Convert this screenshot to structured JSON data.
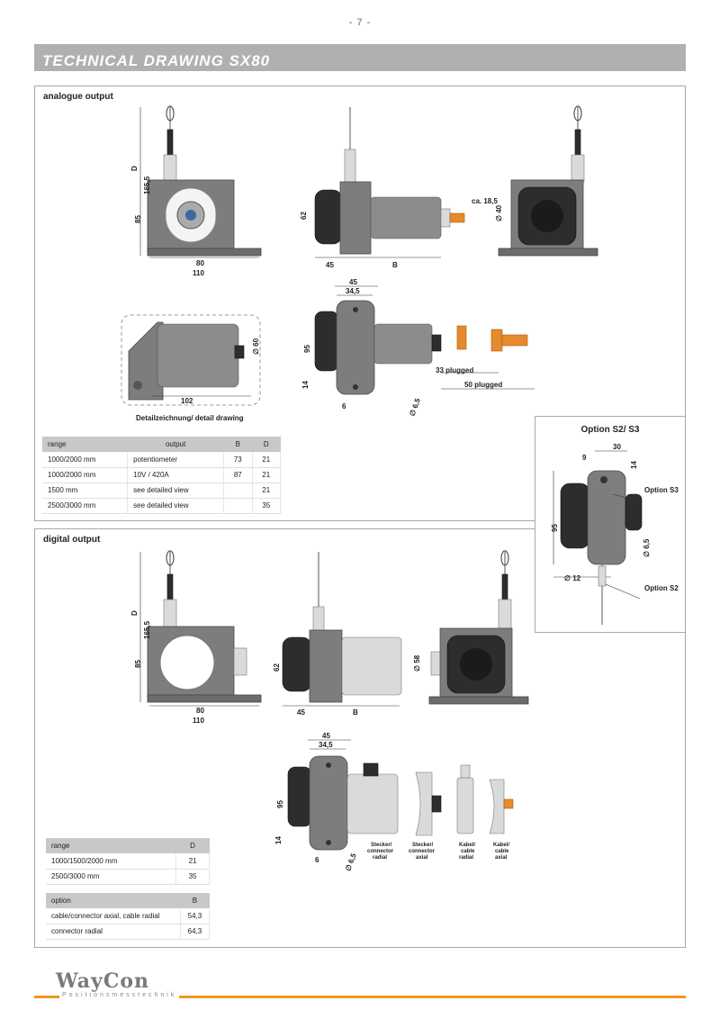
{
  "page_number": "- 7 -",
  "title": "TECHNICAL DRAWING SX80",
  "analog": {
    "title": "analogue output",
    "dims": {
      "h165": "165,5",
      "d": "D",
      "h85": "85",
      "w80": "80",
      "w110": "110",
      "h62": "62",
      "w45": "45",
      "b": "B",
      "ca": "ca. 18,5",
      "dia40": "∅ 40",
      "top45": "45",
      "top345": "34,5",
      "h95": "95",
      "h14": "14",
      "w6": "6",
      "dia65": "∅ 6,5",
      "plug33": "33 plugged",
      "plug50": "50 plugged",
      "dia60": "∅ 60",
      "w102": "102"
    },
    "detail_caption": "Detailzeichnung/ detail drawing",
    "table": {
      "headers": [
        "range",
        "output",
        "B",
        "D"
      ],
      "rows": [
        [
          "1000/2000 mm",
          "potentiometer",
          "73",
          "21"
        ],
        [
          "1000/2000 mm",
          "10V / 420A",
          "87",
          "21"
        ],
        [
          "1500 mm",
          "see detailed view",
          "",
          "21"
        ],
        [
          "2500/3000 mm",
          "see detailed view",
          "",
          "35"
        ]
      ]
    }
  },
  "option": {
    "title": "Option S2/ S3",
    "dims": {
      "w30": "30",
      "w9": "9",
      "h14": "14",
      "h95": "95",
      "dia65": "∅ 6,5",
      "dia12": "∅ 12"
    },
    "label_s3": "Option S3",
    "label_s2": "Option S2"
  },
  "digital": {
    "title": "digital output",
    "dims": {
      "h165": "165,5",
      "d": "D",
      "h85": "85",
      "w80": "80",
      "w110": "110",
      "h62": "62",
      "w45": "45",
      "b": "B",
      "dia58": "∅ 58",
      "top45": "45",
      "top345": "34,5",
      "h95": "95",
      "h14": "14",
      "w6": "6",
      "dia65": "∅ 6,5"
    },
    "connector_labels": [
      [
        "Stecker/",
        "connector",
        "radial"
      ],
      [
        "Stecker/",
        "connector",
        "axial"
      ],
      [
        "Kabel/",
        "cable",
        "radial"
      ],
      [
        "Kabel/",
        "cable",
        "axial"
      ]
    ],
    "table_range": {
      "headers": [
        "range",
        "D"
      ],
      "rows": [
        [
          "1000/1500/2000 mm",
          "21"
        ],
        [
          "2500/3000 mm",
          "35"
        ]
      ]
    },
    "table_option": {
      "headers": [
        "option",
        "B"
      ],
      "rows": [
        [
          "cable/connector axial, cable radial",
          "54,3"
        ],
        [
          "connector radial",
          "64,3"
        ]
      ]
    }
  },
  "footer": {
    "logo": "WayCon",
    "tagline": "Positionsmesstechnik",
    "accent": "#f0961e"
  }
}
